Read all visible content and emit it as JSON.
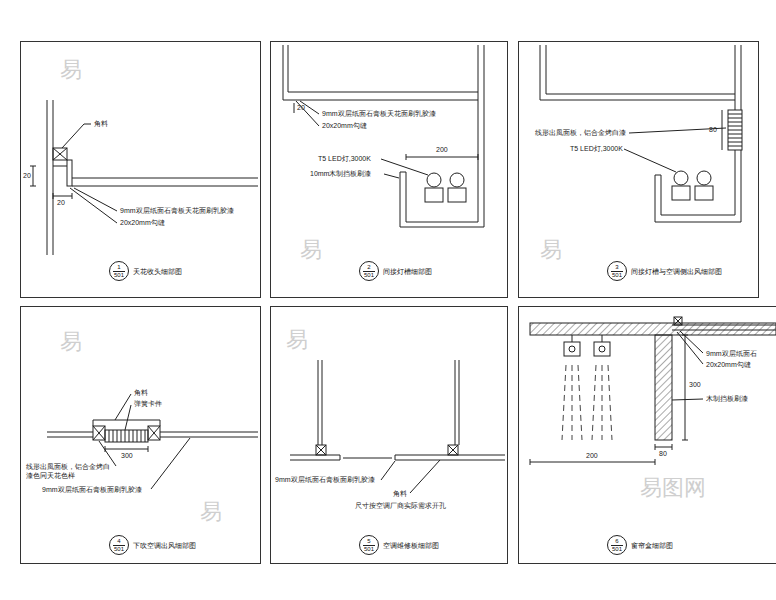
{
  "diagram": {
    "nodes": [
      {
        "text": [
          "天花收头细部图"
        ]
      },
      {
        "text": [
          "1",
          "501"
        ],
        "in": 0
      },
      {
        "text": [
          "间接灯槽细部图"
        ]
      },
      {
        "text": [
          "2",
          "501"
        ],
        "in": 2
      },
      {
        "text": [
          "间接灯槽与空调侧出风细部图"
        ]
      },
      {
        "text": [
          "3",
          "501"
        ],
        "in": 4
      },
      {
        "text": [
          "下吹空调出风细部图"
        ]
      },
      {
        "text": [
          "4",
          "501"
        ],
        "in": 6
      },
      {
        "text": [
          "空调维修板细部图"
        ]
      },
      {
        "text": [
          "5",
          "501"
        ],
        "in": 8
      },
      {
        "text": [
          "窗帘盒细部图"
        ]
      },
      {
        "text": [
          "6",
          "501"
        ],
        "in": 10
      }
    ],
    "labels": [
      "角料",
      "9mm双层纸面石膏板天花面刷乳胶漆",
      "20x20mm勾缝",
      "20",
      "20",
      "20",
      "9mm双层纸面石膏板天花面刷乳胶漆",
      "20x20mm勾缝",
      "T5 LED灯,3000K",
      "10mm木制挡板刷漆",
      "200",
      "线形出風面板，铝合金烤白漆",
      "T5 LED灯,3000K",
      "80",
      "角料",
      "弹簧卡件",
      "线形出風面板，铝合金烤白漆色同天花色样",
      "9mm双层纸面石膏板面刷乳胶漆",
      "300",
      "9mm双层纸面石膏板面刷乳胶漆",
      "角料",
      "尺寸按空调厂商实际需求开孔",
      "9mm双层纸面石",
      "20x20mm勾缝",
      "木制挡板刷漆",
      "300",
      "80",
      "200",
      "易",
      "易",
      "易",
      "易",
      "易",
      "易",
      "易图网"
    ]
  }
}
